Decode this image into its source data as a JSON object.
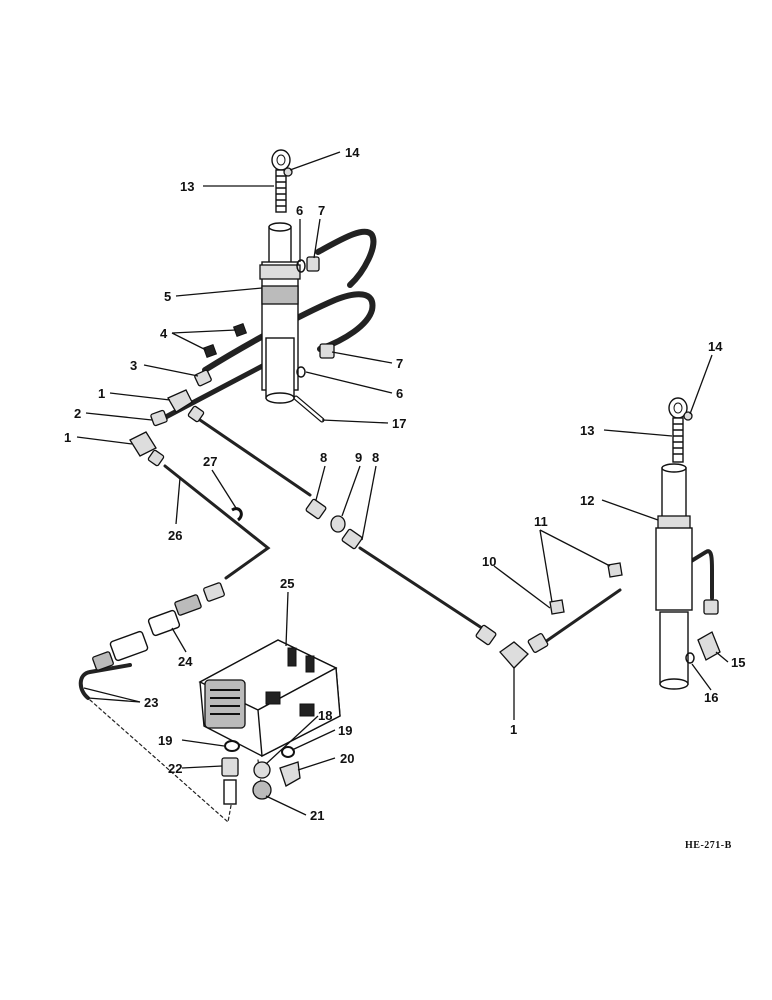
{
  "drawing_id": "HE-271-B",
  "labels": {
    "l1a": "1",
    "l1b": "1",
    "l1c": "1",
    "l2": "2",
    "l3": "3",
    "l4": "4",
    "l5": "5",
    "l6a": "6",
    "l6b": "6",
    "l7a": "7",
    "l7b": "7",
    "l8a": "8",
    "l8b": "8",
    "l9": "9",
    "l10": "10",
    "l11": "11",
    "l12": "12",
    "l13a": "13",
    "l13b": "13",
    "l14a": "14",
    "l14b": "14",
    "l15": "15",
    "l16": "16",
    "l17": "17",
    "l18": "18",
    "l19a": "19",
    "l19b": "19",
    "l20": "20",
    "l21": "21",
    "l22": "22",
    "l23": "23",
    "l24": "24",
    "l25": "25",
    "l26": "26",
    "l27": "27"
  }
}
